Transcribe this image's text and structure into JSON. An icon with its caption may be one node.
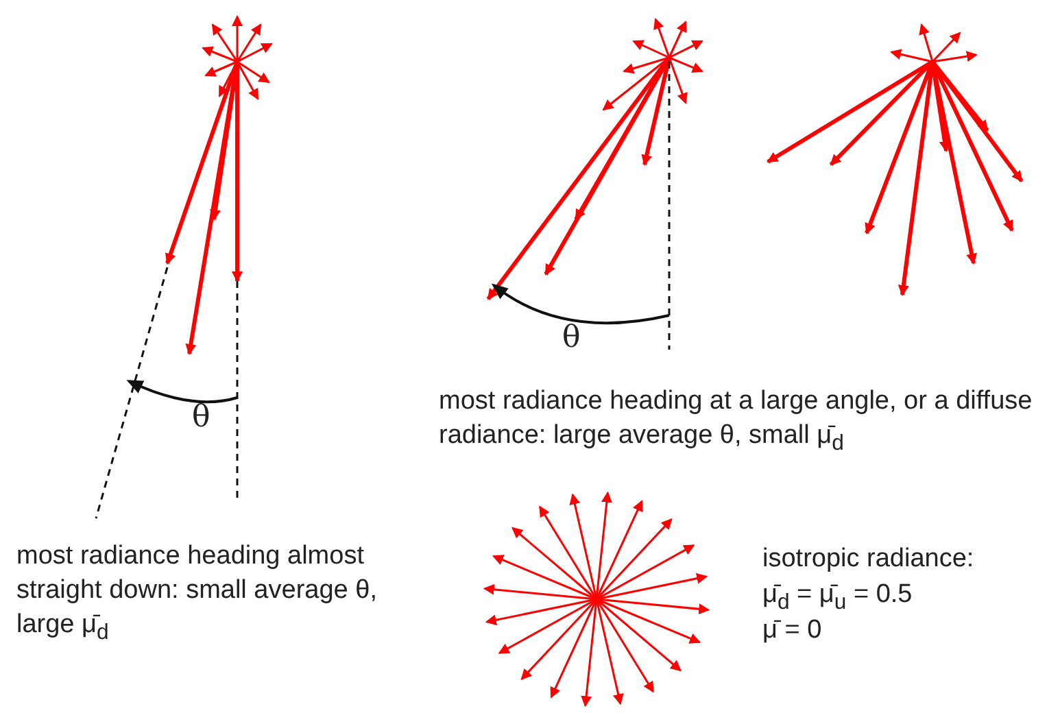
{
  "diagram": {
    "labels": [
      "θ",
      "θ",
      "most radiance heading at a large angle, or a diffuse radiance:  large average θ, small μ̄$_{d}$",
      "most radiance heading almost straight down: small average θ, large μ̄$_{d}$",
      "isotropic radiance:",
      "μ̄$_{d}$ = μ̄$_{u}$ = 0.5",
      "μ̄ = 0"
    ]
  }
}
